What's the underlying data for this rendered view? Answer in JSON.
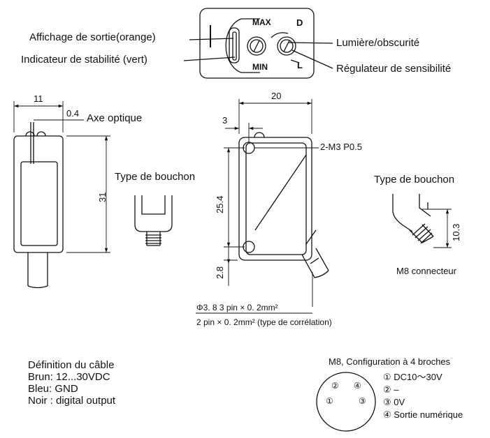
{
  "labels": {
    "output_display": "Affichage de sortie(orange)",
    "stability_indicator": "Indicateur de stabilité (vert)",
    "light_dark": "Lumière/obscurité",
    "sensitivity_adjuster": "Régulateur de sensibilité",
    "optical_axis": "Axe optique",
    "plug_type_left": "Type de bouchon",
    "plug_type_right": "Type de bouchon",
    "thread_note": "2-M3 P0.5",
    "m8_connector": "M8  connecteur",
    "cable_line1": "Φ3. 8  3 pin × 0. 2mm²",
    "cable_line2": "2 pin × 0. 2mm²  (type de corrélation)"
  },
  "panel": {
    "max": "MAX",
    "min": "MIN",
    "d": "D",
    "l": "L"
  },
  "dimensions": {
    "width_11": "11",
    "offset_04": "0.4",
    "height_31": "31",
    "width_20": "20",
    "offset_3": "3",
    "hole_spacing": "25.4",
    "bottom_28": "2.8",
    "connector_103": "10.3"
  },
  "cable_definition": {
    "title": "Définition du câble",
    "brown": "Brun: 12...30VDC",
    "blue": "Bleu:  GND",
    "black": "Noir :  digital output"
  },
  "m8_pinout": {
    "title": "M8, Configuration à 4 broches",
    "pin1": "① DC10～30V",
    "pin2": "② –",
    "pin3": "③ 0V",
    "pin4": "④ Sortie numérique",
    "circle_labels": [
      "②",
      "④",
      "①",
      "③"
    ]
  }
}
